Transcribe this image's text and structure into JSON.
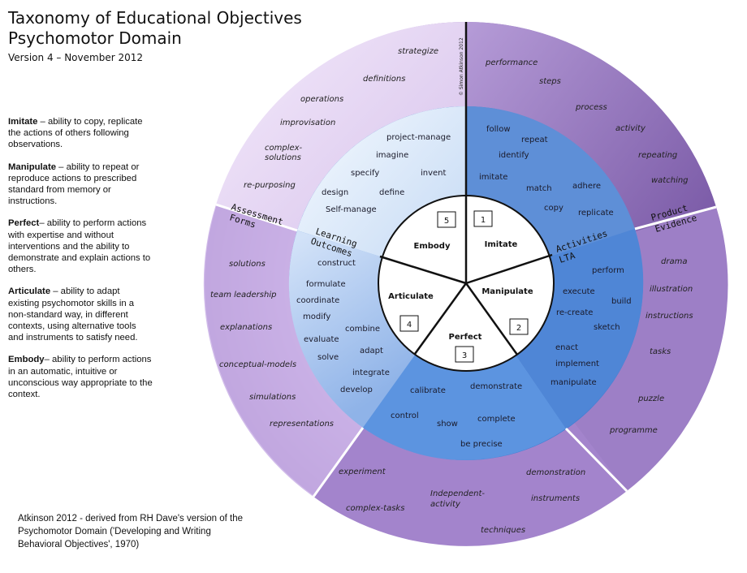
{
  "title_line1": "Taxonomy of Educational Objectives",
  "title_line2": "Psychomotor Domain",
  "version": "Version 4 – November 2012",
  "definitions": [
    {
      "term": "Imitate",
      "sep": " – ",
      "text": "ability to copy, replicate the actions of others following observations."
    },
    {
      "term": "Manipulate",
      "sep": " – ",
      "text": "ability to repeat or reproduce actions to prescribed standard from memory or instructions."
    },
    {
      "term": "Perfect",
      "sep": "– ",
      "text": "ability to perform actions with expertise and without interventions and the ability to demonstrate and explain actions to others."
    },
    {
      "term": "Articulate",
      "sep": " – ",
      "text": "ability to adapt existing psychomotor skills in a non-standard way, in different contexts, using alternative tools and instruments to satisfy need."
    },
    {
      "term": "Embody",
      "sep": "– ",
      "text": "ability to perform actions in an automatic, intuitive or unconscious way appropriate to the context."
    }
  ],
  "credit": "Atkinson 2012 - derived from RH Dave's version of the Psychomotor Domain ('Developing and Writing Behavioral Objectives', 1970)",
  "copyright": "© Simon Atkinson 2012",
  "colors": {
    "outer_purple": "#a686c9",
    "outer_light": "#ebdcf6",
    "middle_blue": "#6f9fe0",
    "middle_light": "#e3eefb",
    "inner": "#ffffff",
    "divider": "#111111"
  },
  "wheel": {
    "inner": [
      {
        "name": "Imitate",
        "number": "1"
      },
      {
        "name": "Manipulate",
        "number": "2"
      },
      {
        "name": "Perfect",
        "number": "3"
      },
      {
        "name": "Articulate",
        "number": "4"
      },
      {
        "name": "Embody",
        "number": "5"
      }
    ],
    "middle": {
      "imitate": [
        "follow",
        "repeat",
        "identify",
        "imitate",
        "match",
        "adhere",
        "copy",
        "replicate"
      ],
      "manipulate": [
        "perform",
        "execute",
        "build",
        "re-create",
        "sketch",
        "enact",
        "implement",
        "manipulate"
      ],
      "perfect": [
        "calibrate",
        "demonstrate",
        "control",
        "show",
        "complete",
        "be precise"
      ],
      "articulate": [
        "construct",
        "formulate",
        "coordinate",
        "modify",
        "combine",
        "evaluate",
        "adapt",
        "solve",
        "integrate",
        "develop"
      ],
      "embody": [
        "project-manage",
        "imagine",
        "specify",
        "invent",
        "design",
        "define",
        "Self-manage"
      ]
    },
    "outer": {
      "activities": [
        "performance",
        "steps",
        "process",
        "activity",
        "repeating",
        "watching"
      ],
      "product": [
        "drama",
        "illustration",
        "instructions",
        "tasks",
        "puzzle",
        "programme"
      ],
      "bottom": [
        "experiment",
        "demonstration",
        "Independent-",
        "activity",
        "instruments",
        "complex-tasks",
        "techniques"
      ],
      "assessment": [
        "solutions",
        "team leadership",
        "explanations",
        "conceptual-models",
        "simulations",
        "representations"
      ],
      "strategy": [
        "strategize",
        "definitions",
        "operations",
        "improvisation",
        "complex-",
        "solutions",
        "re-purposing"
      ]
    },
    "category_labels": {
      "activities_1": "Activities",
      "activities_2": "LTA",
      "product_1": "Product",
      "product_2": "Evidence",
      "assessment_1": "Assessment",
      "assessment_2": "Forms",
      "learning_1": "Learning",
      "learning_2": "Outcomes"
    }
  }
}
